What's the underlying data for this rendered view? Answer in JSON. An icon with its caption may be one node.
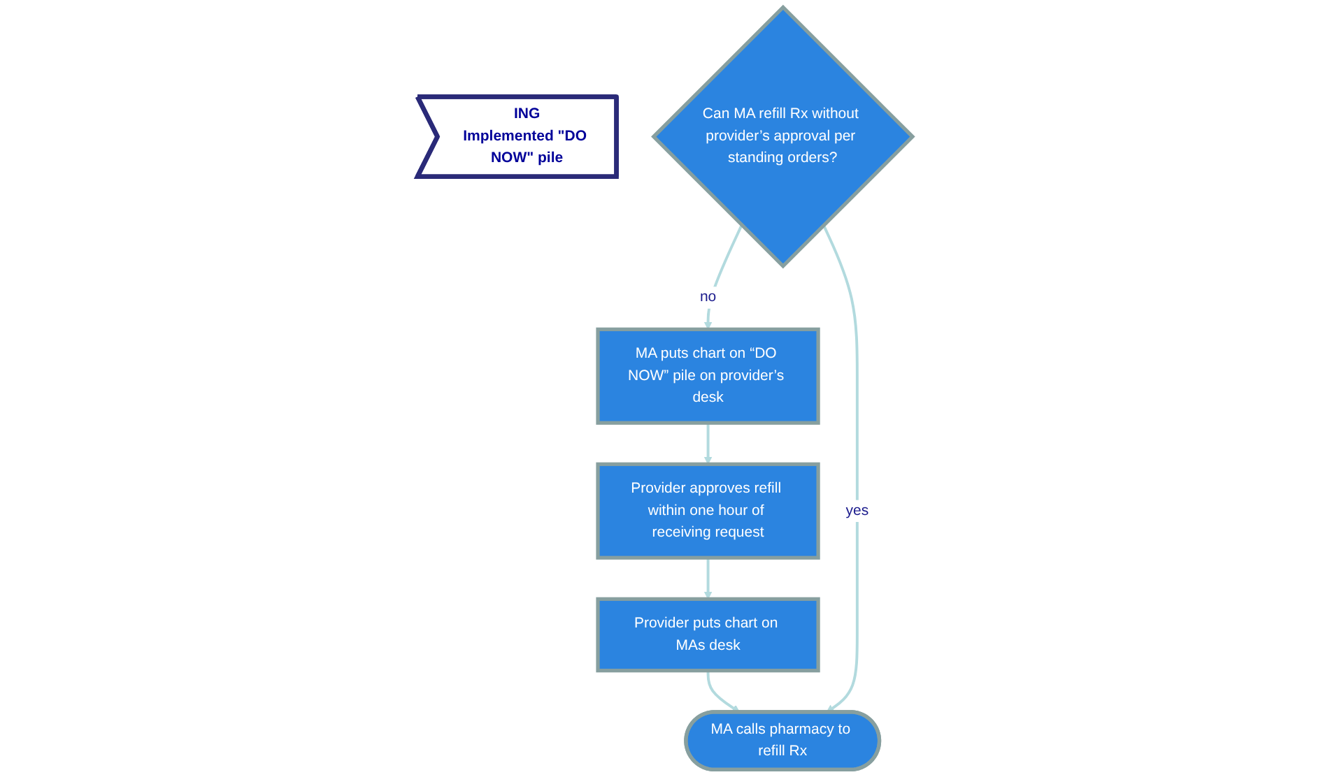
{
  "diagram": {
    "nodes": [
      {
        "text": [
          "ING",
          "Implemented \"DO NOW\" pile"
        ]
      },
      {
        "text": [
          "MA puts chart on “DO NOW” pile on provider’s desk"
        ]
      },
      {
        "text": [
          "Can MA refill Rx without provider’s approval per standing orders?"
        ]
      },
      {
        "text": [
          "Provider approves refill within one hour of receiving request"
        ]
      },
      {
        "text": [
          "Provider puts chart on MAs desk"
        ]
      },
      {
        "text": [
          "MA calls pharmacy to refill Rx"
        ]
      }
    ],
    "edges": [
      {
        "from": 2,
        "to": 1,
        "arrow": "to",
        "label": "no"
      },
      {
        "from": 1,
        "to": 3,
        "arrow": "to"
      },
      {
        "from": 3,
        "to": 4,
        "arrow": "to"
      },
      {
        "from": 4,
        "to": 5,
        "arrow": "to"
      },
      {
        "from": 2,
        "to": 5,
        "arrow": "to",
        "label": "yes"
      }
    ]
  }
}
